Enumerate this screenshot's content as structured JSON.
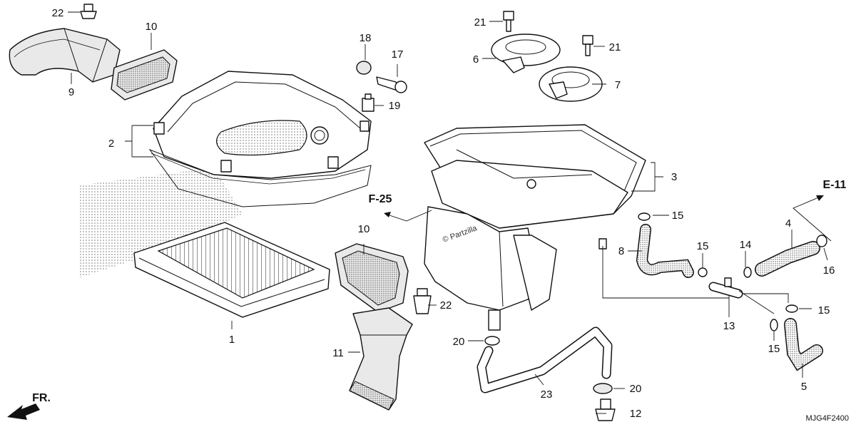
{
  "labels": {
    "p1": "1",
    "p2": "2",
    "p3": "3",
    "p4": "4",
    "p5": "5",
    "p6": "6",
    "p7": "7",
    "p8": "8",
    "p9": "9",
    "p10a": "10",
    "p10b": "10",
    "p11": "11",
    "p12": "12",
    "p13": "13",
    "p14": "14",
    "p15a": "15",
    "p15b": "15",
    "p15c": "15",
    "p15d": "15",
    "p16": "16",
    "p17": "17",
    "p18": "18",
    "p19": "19",
    "p20a": "20",
    "p20b": "20",
    "p21a": "21",
    "p21b": "21",
    "p22a": "22",
    "p22b": "22",
    "p23": "23"
  },
  "refs": {
    "f25": "F-25",
    "e11": "E-11",
    "front": "FR."
  },
  "watermark": "© Partzilla",
  "diagram_code": "MJG4F2400"
}
